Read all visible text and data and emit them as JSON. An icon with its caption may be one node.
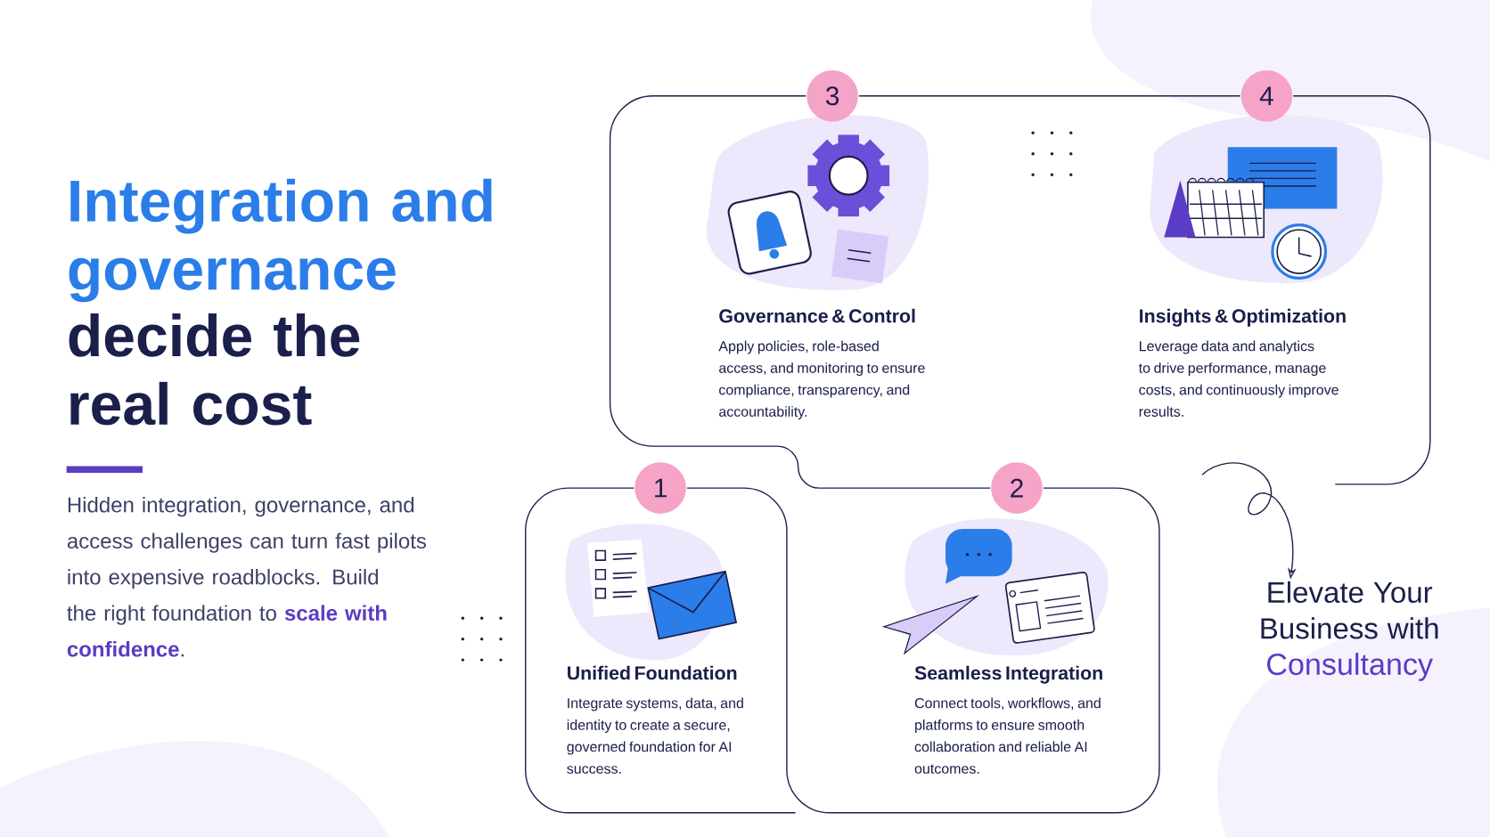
{
  "diagram": {
    "nodes": [
      {
        "text": [
          "3"
        ]
      },
      {
        "text": [
          "Governance & Control",
          "Apply policies, role-based access, and monitoring to ensure compliance, transparency, and accountability."
        ]
      },
      {
        "text": [
          "4"
        ]
      },
      {
        "text": [
          "Insights & Optimization",
          "Leverage data and analytics to drive performance, manage costs, and continuously improve results."
        ]
      },
      {
        "text": [
          "1"
        ]
      },
      {
        "text": [
          "Unified Foundation",
          "Integrate systems, data, and identity to create a secure, governed foundation for AI success."
        ]
      },
      {
        "text": [
          "2"
        ]
      },
      {
        "text": [
          "Seamless Integration",
          "Connect tools, workflows, and platforms to ensure smooth collaboration and reliable AI outcomes."
        ]
      },
      {
        "text": [
          "Elevate Your Business with",
          "Consultancy"
        ]
      }
    ],
    "edges": [
      {
        "from": null,
        "to": 8,
        "arrow": "to"
      }
    ],
    "labels": [
      "Integration and governance",
      "decide the real cost",
      "Hidden integration, governance, and access challenges can turn fast pilots into expensive roadblocks. Build the right foundation to **scale with confidence**."
    ]
  }
}
